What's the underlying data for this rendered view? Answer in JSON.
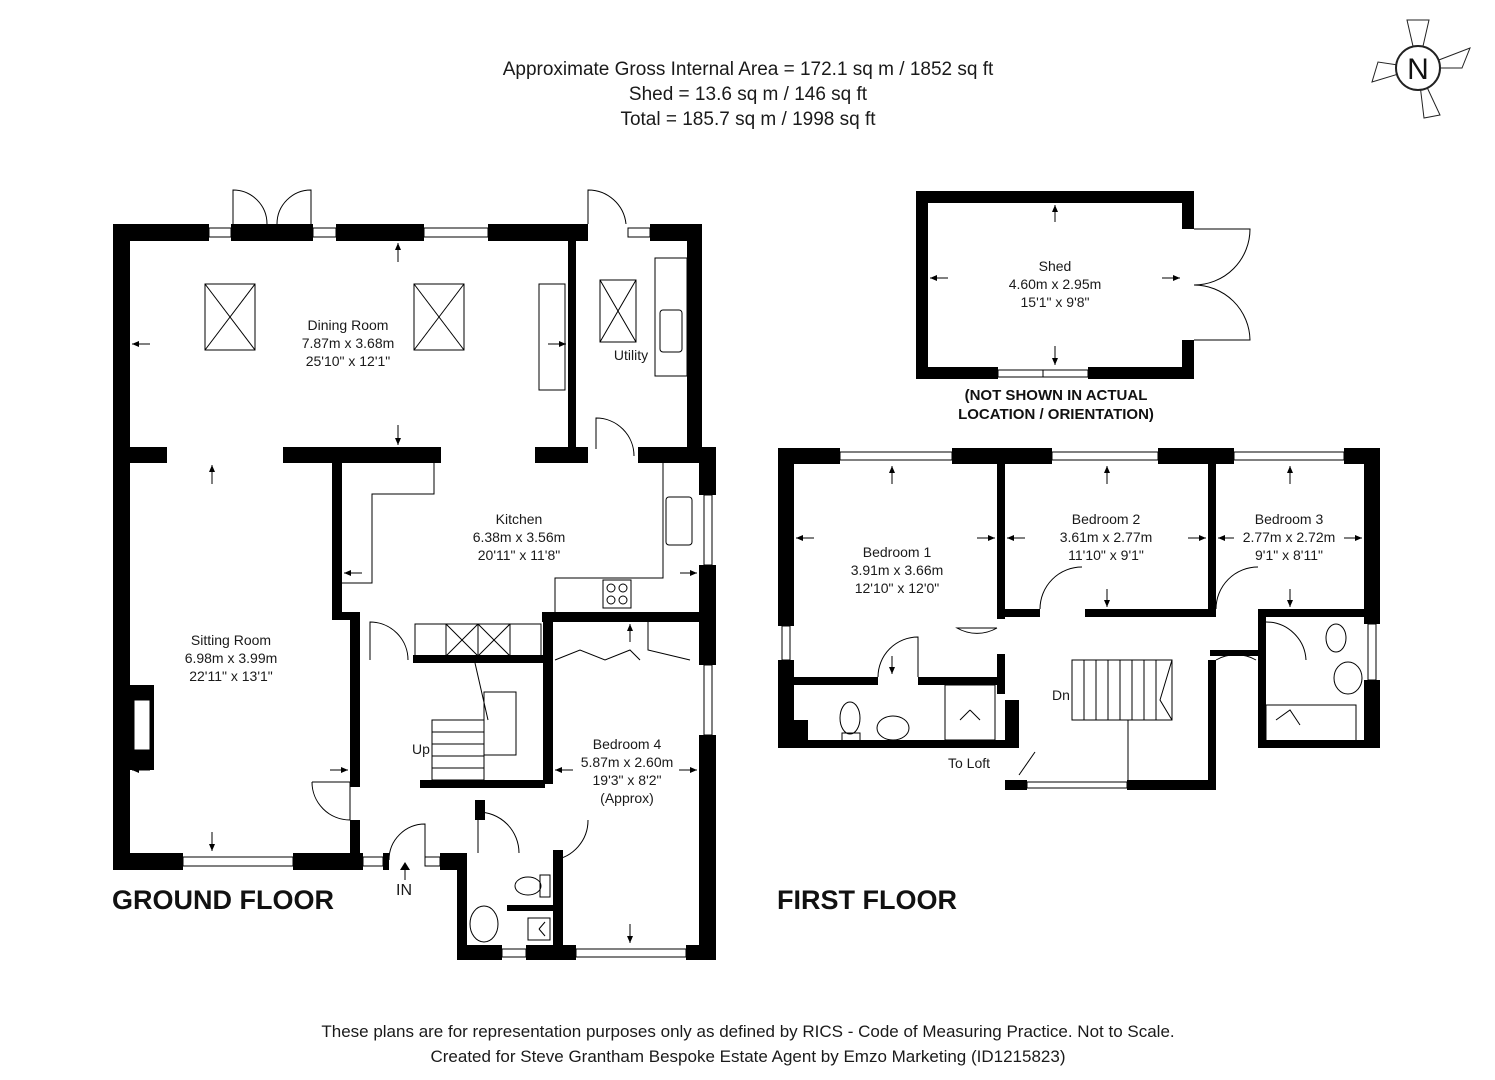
{
  "header": {
    "gross_area": "Approximate Gross Internal Area = 172.1 sq m / 1852 sq ft",
    "shed_area": "Shed = 13.6 sq m / 146 sq ft",
    "total_area": "Total = 185.7 sq m / 1998 sq ft"
  },
  "compass": {
    "letter": "N"
  },
  "ground_floor": {
    "title": "GROUND FLOOR",
    "rooms": {
      "dining": {
        "name": "Dining Room",
        "metric": "7.87m x 3.68m",
        "imperial": "25'10\" x 12'1\""
      },
      "utility": {
        "name": "Utility"
      },
      "kitchen": {
        "name": "Kitchen",
        "metric": "6.38m x 3.56m",
        "imperial": "20'11\" x 11'8\""
      },
      "sitting": {
        "name": "Sitting Room",
        "metric": "6.98m x 3.99m",
        "imperial": "22'11\" x 13'1\""
      },
      "bedroom4": {
        "name": "Bedroom 4",
        "metric": "5.87m x 2.60m",
        "imperial": "19'3\" x 8'2\"",
        "note": "(Approx)"
      }
    },
    "stairs_label": "Up",
    "entrance_label": "IN"
  },
  "first_floor": {
    "title": "FIRST FLOOR",
    "rooms": {
      "bedroom1": {
        "name": "Bedroom 1",
        "metric": "3.91m x 3.66m",
        "imperial": "12'10\" x 12'0\""
      },
      "bedroom2": {
        "name": "Bedroom 2",
        "metric": "3.61m x 2.77m",
        "imperial": "11'10\" x 9'1\""
      },
      "bedroom3": {
        "name": "Bedroom 3",
        "metric": "2.77m x 2.72m",
        "imperial": "9'1\" x 8'11\""
      }
    },
    "stairs_label": "Dn",
    "loft_label": "To Loft"
  },
  "shed": {
    "name": "Shed",
    "metric": "4.60m x 2.95m",
    "imperial": "15'1\" x 9'8\"",
    "note_line1": "(NOT SHOWN IN ACTUAL",
    "note_line2": "LOCATION / ORIENTATION)"
  },
  "footer": {
    "line1": "These plans are for representation purposes only as defined by RICS - Code of Measuring Practice. Not to Scale.",
    "line2": "Created for Steve Grantham Bespoke Estate Agent by Emzo Marketing (ID1215823)"
  }
}
